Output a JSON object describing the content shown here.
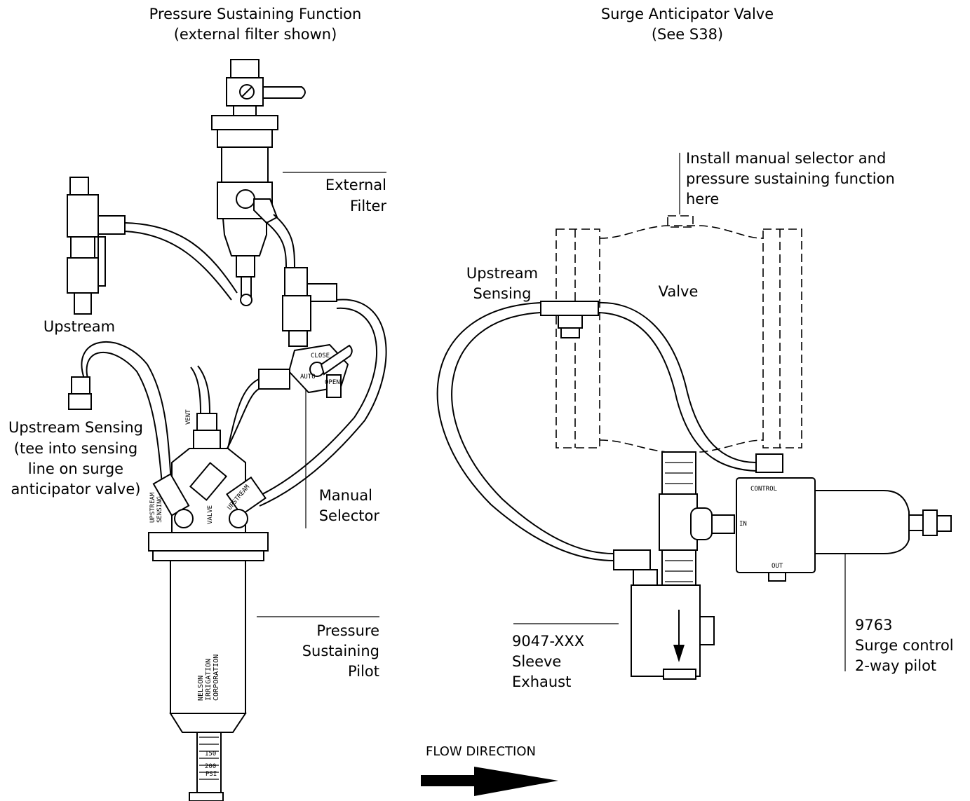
{
  "left_title": [
    "Pressure Sustaining Function",
    "(external filter shown)"
  ],
  "right_title": [
    "Surge Anticipator Valve",
    "(See S38)"
  ],
  "labels": {
    "external_filter": [
      "External",
      "Filter"
    ],
    "upstream": "Upstream",
    "upstream_sensing_tee": [
      "Upstream Sensing",
      "(tee into sensing",
      "line on surge",
      "anticipator valve)"
    ],
    "manual_selector": [
      "Manual",
      "Selector"
    ],
    "pressure_sustaining_pilot": [
      "Pressure",
      "Sustaining",
      "Pilot"
    ],
    "install_note": [
      "Install manual selector and",
      "pressure sustaining function",
      "here"
    ],
    "upstream_sensing_right": [
      "Upstream",
      "Sensing"
    ],
    "valve": "Valve",
    "sleeve_exhaust": [
      "9047-XXX",
      "Sleeve",
      "Exhaust"
    ],
    "surge_pilot": [
      "9763",
      "Surge control",
      "2-way pilot"
    ],
    "flow_direction": "FLOW  DIRECTION"
  },
  "part_markings": {
    "vent": "VENT",
    "upstream_sensing_port": [
      "UPSTREAM",
      "SENSING"
    ],
    "valve_port": "VALVE",
    "upstream_port": "UPSTREAM",
    "body_brand": [
      "NELSON",
      "IRRIGATION",
      "CORPORATION"
    ],
    "gauge_150": "150",
    "gauge_200": "200",
    "gauge_psi": "PSI",
    "selector_close": "CLOSE",
    "selector_auto": "AUTO",
    "selector_open": "OPEN",
    "control_port": "CONTROL",
    "in_port": "IN",
    "out_port": "OUT"
  }
}
